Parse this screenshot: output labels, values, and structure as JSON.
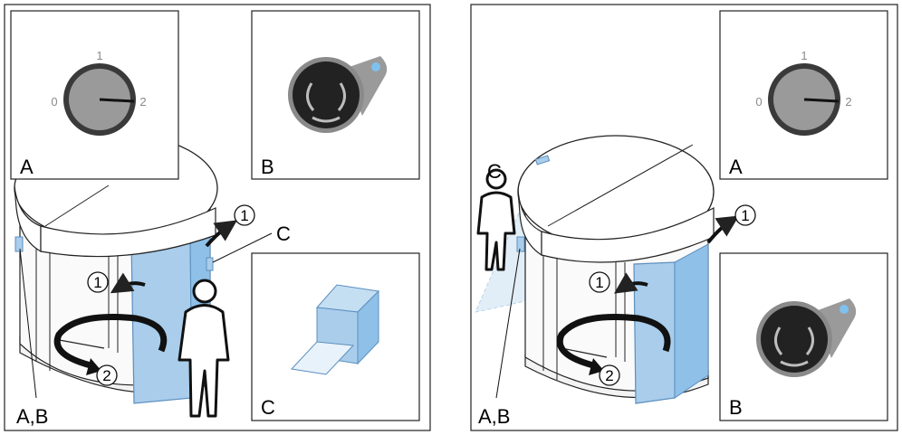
{
  "left_panel": {
    "inset_a": {
      "label": "A",
      "dial": {
        "pos_0": "0",
        "pos_1": "1",
        "pos_2": "2"
      }
    },
    "inset_b": {
      "label": "B"
    },
    "inset_c": {
      "label": "C"
    },
    "callout_c": "C",
    "callout_ab": "A,B",
    "step_1_top": "1",
    "step_1_inner": "1",
    "step_2": "2"
  },
  "right_panel": {
    "inset_a": {
      "label": "A",
      "dial": {
        "pos_0": "0",
        "pos_1": "1",
        "pos_2": "2"
      }
    },
    "inset_b": {
      "label": "B"
    },
    "callout_c": "C",
    "callout_ab": "A,B",
    "step_1_top": "1",
    "step_1_inner": "1",
    "step_2": "2"
  },
  "colors": {
    "glass": "#a9cdeb",
    "glass_dark": "#6aa6d6",
    "button_indicator": "#7fc1ee",
    "dial_grey": "#9a9a9a",
    "sensor_field": "#d8e9f6"
  }
}
